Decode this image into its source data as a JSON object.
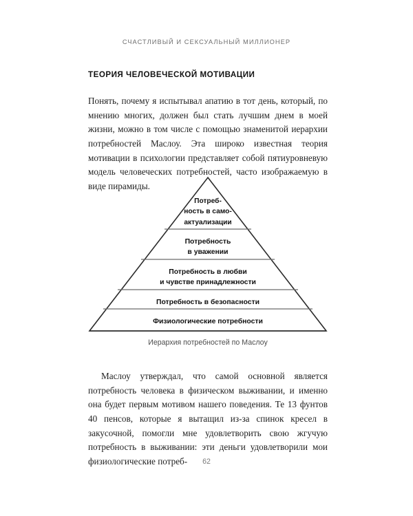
{
  "running_head": "СЧАСТЛИВЫЙ И СЕКСУАЛЬНЫЙ МИЛЛИОНЕР",
  "section": {
    "heading": "ТЕОРИЯ ЧЕЛОВЕЧЕСКОЙ МОТИВАЦИИ"
  },
  "paragraphs": {
    "top": "Понять, почему я испытывал апатию в тот день, который, по мнению многих, должен был стать лучшим днем в моей жизни, можно в том числе с помощью знаменитой иерархии потребностей Маслоу. Эта широко известная теория мотивации в психологии представляет собой пятиуровневую модель человеческих потребностей, часто изображаемую в виде пирамиды.",
    "bottom": "Маслоу утверждал, что самой основной является потребность человека в физическом выживании, и именно она будет первым мотивом нашего поведения. Те 13 фунтов 40 пенсов, которые я вытащил из-за спинок кресел в закусочной, помогли мне удовлетворить свою жгучую потребность в выживании: эти деньги удовлетворили мои физиологические потреб-"
  },
  "figure": {
    "caption": "Иерархия потребностей по Маслоу",
    "tiers": [
      {
        "level": 1,
        "label_line1": "Потреб-",
        "label_line2": "ность в само-",
        "label_line3": "актуализации"
      },
      {
        "level": 2,
        "label_line1": "Потребность",
        "label_line2": "в уважении"
      },
      {
        "level": 3,
        "label_line1": "Потребность в любви",
        "label_line2": "и чувстве принадлежности"
      },
      {
        "level": 4,
        "label_line1": "Потребность в безопасности"
      },
      {
        "level": 5,
        "label_line1": "Физиологические потребности"
      }
    ],
    "colors": {
      "outline": "#2b2b2b",
      "divider": "#6b6b6b"
    }
  },
  "folio": "62"
}
